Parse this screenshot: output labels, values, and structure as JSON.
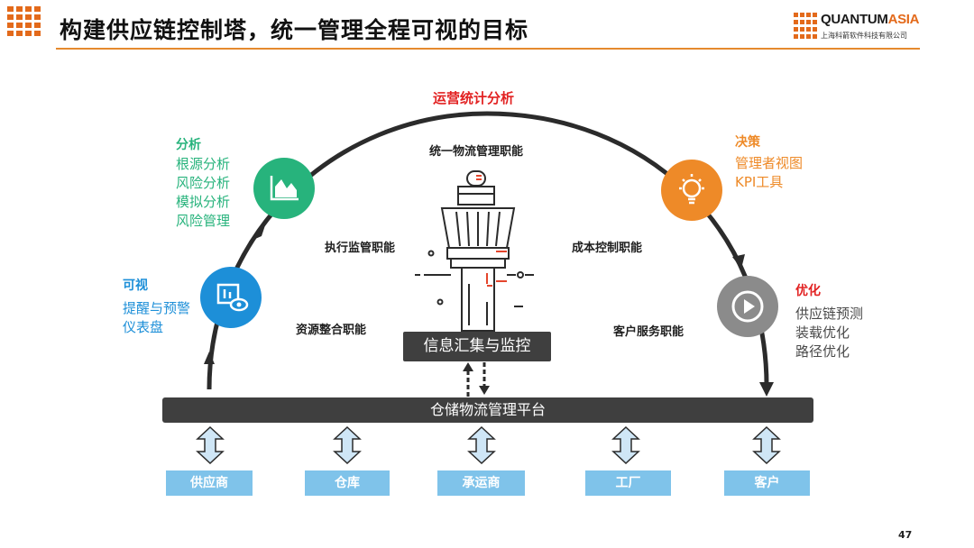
{
  "header": {
    "title": "构建供应链控制塔，统一管理全程可视的目标",
    "brand_main": "QUANTUM",
    "brand_accent": "ASIA",
    "brand_sub": "上海科箭软件科技有限公司"
  },
  "top_label": "运营统计分析",
  "inner_labels": {
    "top": "统一物流管理职能",
    "left_upper": "执行监管职能",
    "left_lower": "资源整合职能",
    "right_upper": "成本控制职能",
    "right_lower": "客户服务职能"
  },
  "groups": {
    "visible": {
      "title": "可视",
      "items": [
        "提醒与预警",
        "仪表盘"
      ],
      "color": "#1d8fd8"
    },
    "analysis": {
      "title": "分析",
      "items": [
        "根源分析",
        "风险分析",
        "模拟分析",
        "风险管理"
      ],
      "color": "#27b37c"
    },
    "decision": {
      "title": "决策",
      "items": [
        "管理者视图",
        "KPI工具"
      ],
      "color": "#ee8a28"
    },
    "optimize": {
      "title": "优化",
      "items": [
        "供应链预测",
        "装载优化",
        "路径优化"
      ],
      "color": "#4a4a4a",
      "title_color": "#e22222"
    }
  },
  "icons": {
    "visible": "monitor-eye-icon",
    "analysis": "area-chart-icon",
    "decision": "lightbulb-icon",
    "optimize": "play-icon"
  },
  "center_box": "信息汇集与监控",
  "platform": "仓储物流管理平台",
  "nodes": [
    "供应商",
    "仓库",
    "承运商",
    "工厂",
    "客户"
  ],
  "page_number": "47",
  "colors": {
    "title_red": "#e22222",
    "rule": "#e58a2e",
    "node_bg": "#7fc3ea",
    "dark": "#3f3f3f"
  }
}
